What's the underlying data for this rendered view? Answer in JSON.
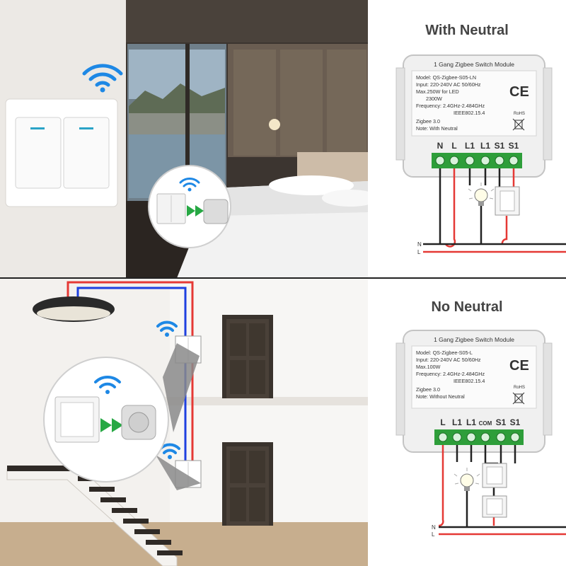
{
  "colors": {
    "wifi_blue": "#1e88e5",
    "live_red": "#e53935",
    "neutral_blue": "#1e40e0",
    "terminal_green": "#2e9e3a",
    "arrow_green": "#27a844"
  },
  "with_neutral": {
    "title": "With Neutral",
    "module": {
      "heading": "1 Gang Zigbee Switch Module",
      "model": "Model: QS-Zigbee-S05-LN",
      "input": "Input: 220-240V AC 50/60Hz",
      "max": "Max.250W for LED",
      "max2": "2300W",
      "frequency": "Frequency: 2.4GHz-2.484GHz",
      "ieee": "IEEE802.15.4",
      "zigbee": "Zigbee 3.0",
      "note": "Note: With Neutral",
      "ce": "CE",
      "rohs": "RoHS",
      "terminals": [
        "N",
        "L",
        "L1",
        "L1",
        "S1",
        "S1"
      ]
    },
    "wire_labels": [
      "N",
      "L"
    ]
  },
  "no_neutral": {
    "title": "No Neutral",
    "module": {
      "heading": "1 Gang Zigbee Switch Module",
      "model": "Model: QS-Zigbee-S05-L",
      "input": "Input: 220-240V AC 50/60Hz",
      "max": "Max.100W",
      "frequency": "Frequency: 2.4GHz-2.484GHz",
      "ieee": "IEEE802.15.4",
      "zigbee": "Zigbee 3.0",
      "note": "Note: Without Neutral",
      "ce": "CE",
      "rohs": "RoHS",
      "terminals": [
        "L",
        "L1",
        "L1",
        "COM",
        "S1",
        "S1"
      ]
    },
    "wire_labels": [
      "N",
      "L"
    ]
  }
}
